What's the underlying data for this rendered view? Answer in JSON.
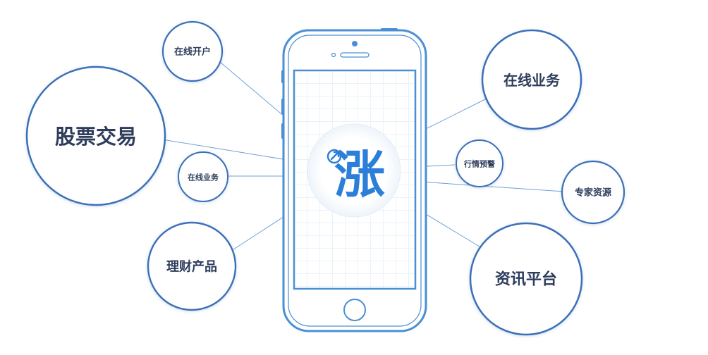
{
  "diagram": {
    "center_glyph": "涨",
    "nodes": [
      {
        "id": "zaixian-kaihu",
        "label": "在线开户"
      },
      {
        "id": "gupiao-jiaoyi",
        "label": "股票交易"
      },
      {
        "id": "zaixian-yewu-small",
        "label": "在线业务"
      },
      {
        "id": "licai-chanpin",
        "label": "理财产品"
      },
      {
        "id": "zaixian-yewu-large",
        "label": "在线业务"
      },
      {
        "id": "hangqing-yujing",
        "label": "行情预警"
      },
      {
        "id": "zhuanjia-ziyuan",
        "label": "专家资源"
      },
      {
        "id": "zixun-pingtai",
        "label": "资讯平台"
      }
    ]
  },
  "colors": {
    "phone_outline": "#4a8fd4",
    "screen_grid": "#d7e7f6",
    "circle_ring": "#3b6fb8",
    "connector": "#6fa0d8",
    "glyph": "#2b7fd9",
    "label": "#2e3d5c"
  }
}
